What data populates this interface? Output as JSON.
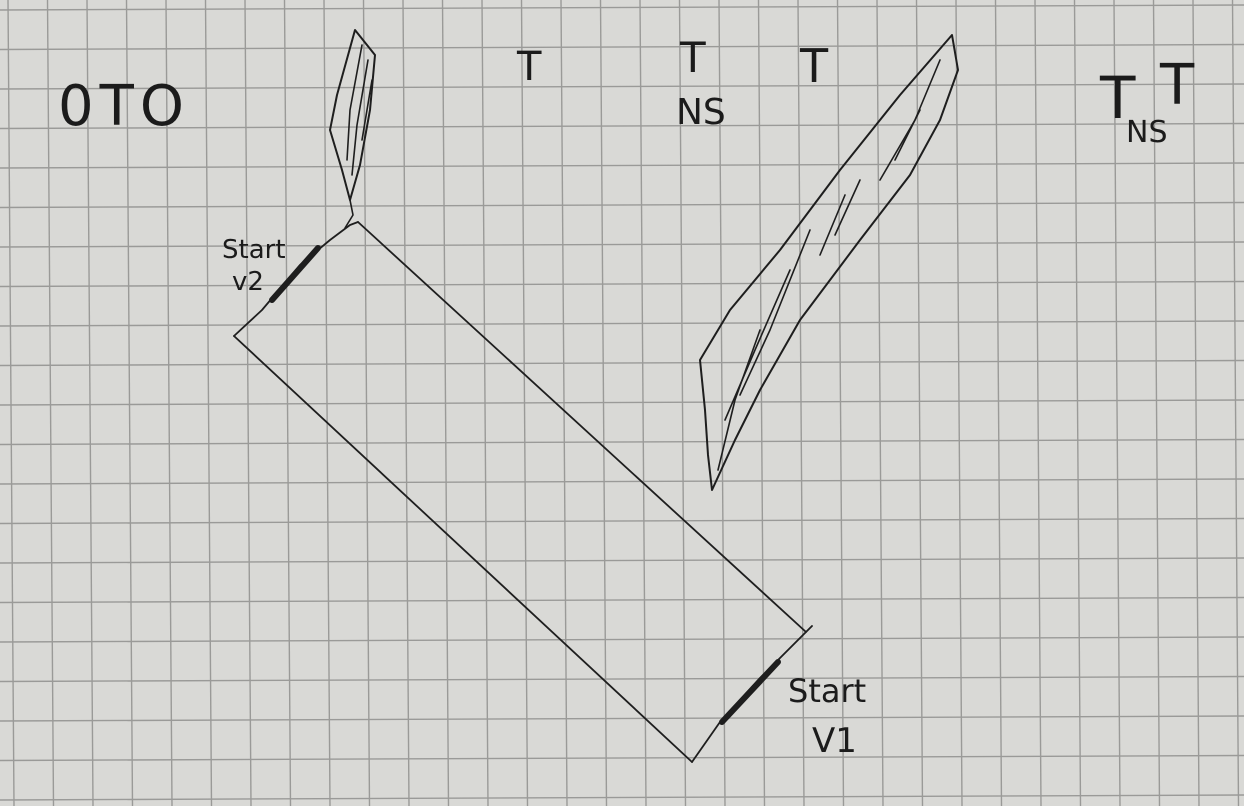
{
  "labels": {
    "oto": "0TO",
    "t_a": "T",
    "t_b": "T",
    "ns_a": "NS",
    "t_c": "T",
    "t_d": "T",
    "ns_b": "NS",
    "t_e": "T",
    "start_v2_word": "Start",
    "start_v2_code": "v2",
    "start_v1_word": "Start",
    "start_v1_code": "V1"
  },
  "colors": {
    "paper": "#d9d9d6",
    "grid": "#9a9a98",
    "ink": "#1e1e1e"
  }
}
